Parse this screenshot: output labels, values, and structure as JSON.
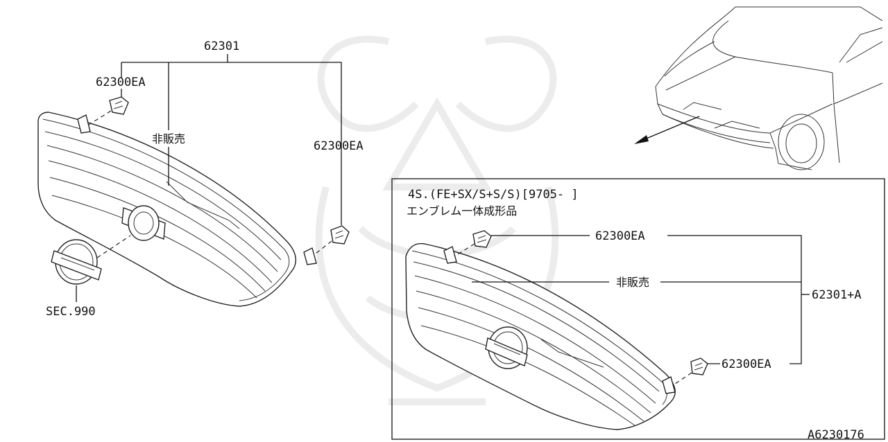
{
  "labels": {
    "main_part": "62301",
    "clip_left": "62300EA",
    "not_sold_left": "非販売",
    "clip_right": "62300EA",
    "emblem_ref": "SEC.990",
    "inset_variant": "4S.(FE+SX/S+S/S)[9705-      ]",
    "inset_note": "エンブレム一体成形品",
    "inset_clip_top": "62300EA",
    "inset_not_sold": "非販売",
    "inset_main_part": "62301+A",
    "inset_clip_bottom": "62300EA",
    "diagram_id": "A6230176"
  },
  "colors": {
    "line": "#111111",
    "watermark": "#ececec"
  }
}
